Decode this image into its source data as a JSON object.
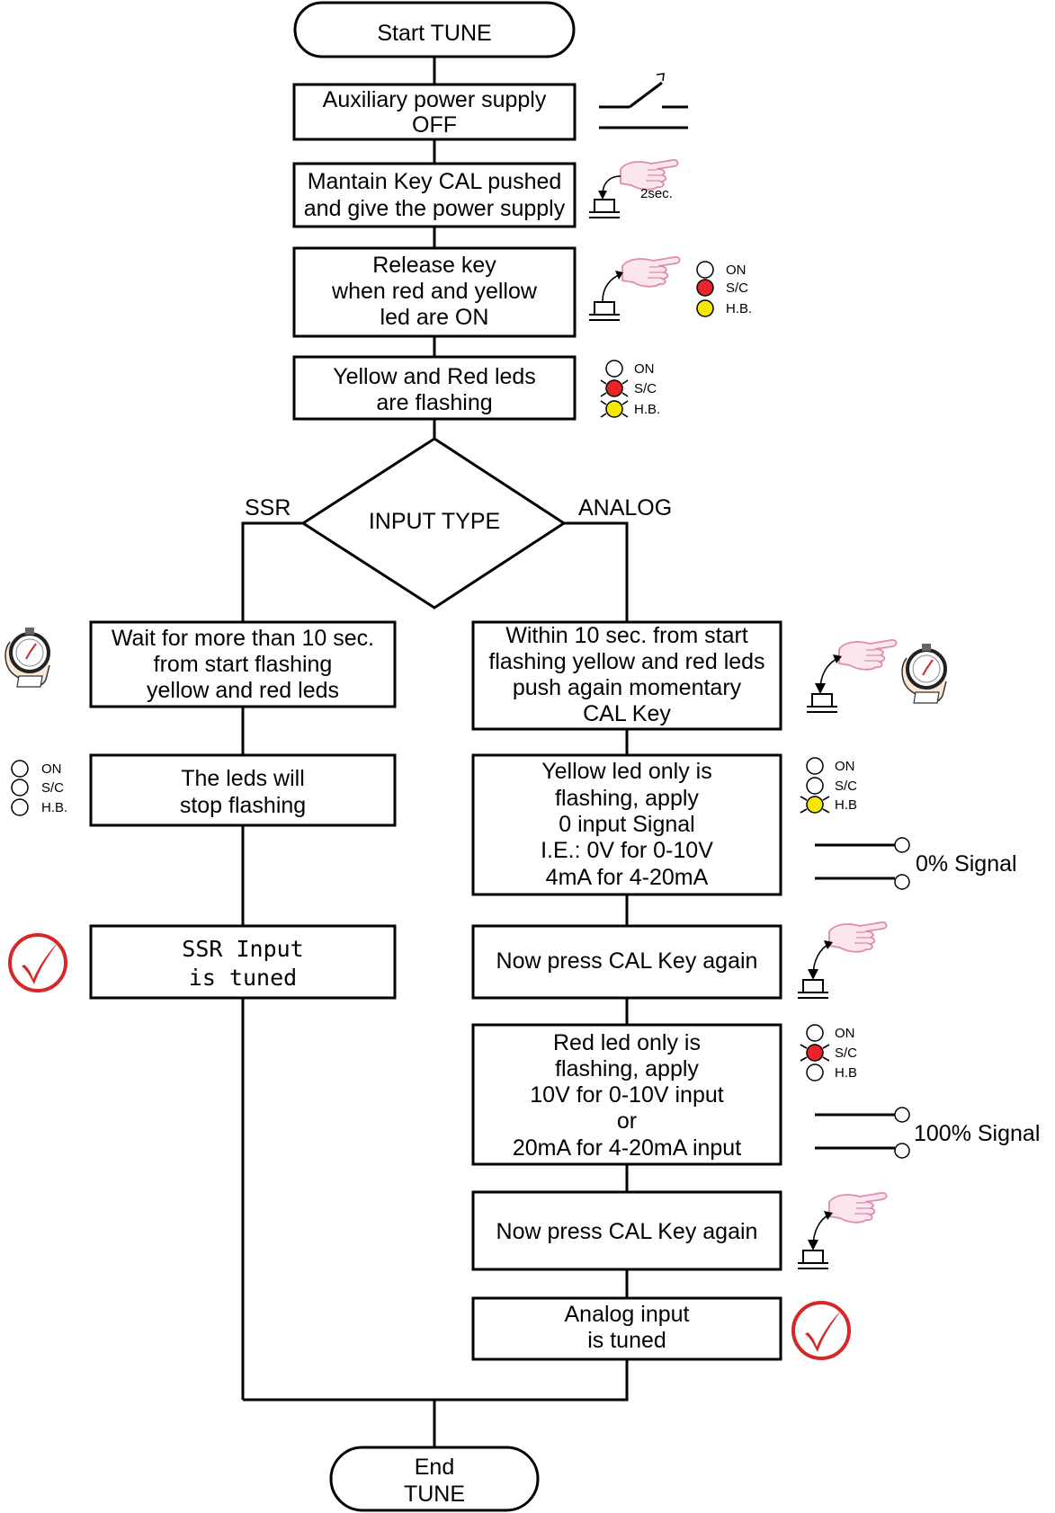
{
  "start": "Start TUNE",
  "end": [
    "End",
    "TUNE"
  ],
  "steps": {
    "aux_power": [
      "Auxiliary power supply",
      "OFF"
    ],
    "maintain_key": [
      "Mantain Key CAL pushed",
      "and give the power supply"
    ],
    "release_key": [
      "Release key",
      "when red and yellow",
      "led are ON"
    ],
    "leds_flashing": [
      "Yellow and Red leds",
      "are flashing"
    ],
    "decision": "INPUT TYPE",
    "wait_ssr": [
      "Wait for more than 10 sec.",
      "from start flashing",
      "yellow and red leds"
    ],
    "leds_stop": [
      "The leds will",
      "stop flashing"
    ],
    "ssr_tuned": [
      "SSR Input",
      "is tuned"
    ],
    "within_10": [
      "Within 10 sec. from start",
      "flashing yellow and red leds",
      "push again momentary",
      "CAL Key"
    ],
    "yellow_only": [
      "Yellow led only is",
      "flashing, apply",
      "0 input Signal",
      "I.E.: 0V for 0-10V",
      "4mA for 4-20mA"
    ],
    "press_cal_1": "Now press CAL Key again",
    "red_only": [
      "Red led only is",
      "flashing, apply",
      "10V for 0-10V input",
      "or",
      "20mA for 4-20mA input"
    ],
    "press_cal_2": "Now press CAL Key again",
    "analog_tuned": [
      "Analog input",
      "is tuned"
    ]
  },
  "branch_labels": {
    "left": "SSR",
    "right": "ANALOG"
  },
  "led_labels": {
    "on": "ON",
    "sc": "S/C",
    "hb": "H.B.",
    "hb_short": "H.B"
  },
  "key_hold_label": "2sec.",
  "signal_labels": {
    "zero": "0% Signal",
    "full": "100% Signal"
  },
  "icons": [
    "switch-open-icon",
    "hand-pointer-icon",
    "push-key-icon",
    "stopwatch-icon",
    "led-indicator-icon",
    "checkmark-icon",
    "signal-terminal-icon"
  ],
  "colors": {
    "red_led": "#e8232a",
    "yellow_led": "#f5e800",
    "hand_pink": "#e8a0c0",
    "check_red": "#d62828"
  }
}
